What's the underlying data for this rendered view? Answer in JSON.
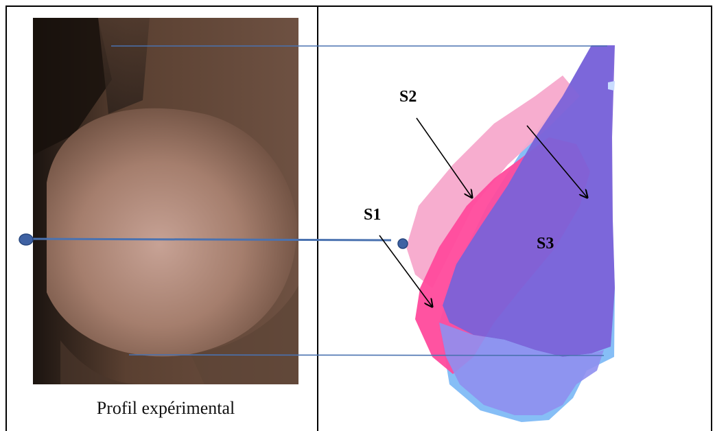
{
  "figure": {
    "caption": "Profil expérimental",
    "labels": {
      "s1": "S1",
      "s2": "S2",
      "s3": "S3"
    },
    "colors": {
      "s1": "#ff3f96",
      "s2": "#f7a7cb",
      "s3": "#5e9cf4",
      "s3_overlap": "#7a5fd6",
      "reference_line": "#4a72b0",
      "marker": "#3f62a3",
      "arrow": "#000000"
    }
  }
}
